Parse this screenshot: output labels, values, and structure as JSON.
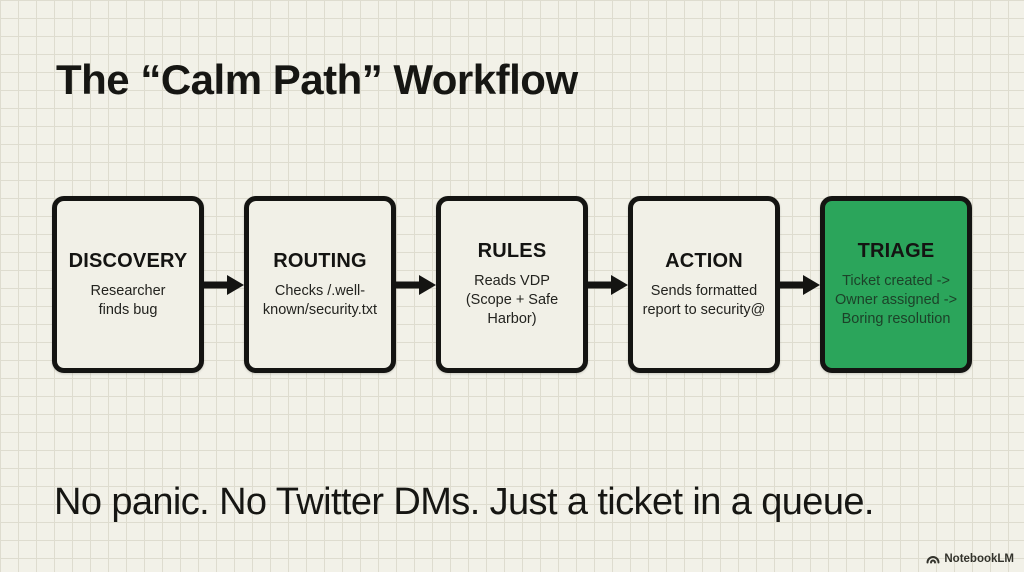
{
  "page": {
    "title": "The “Calm Path” Workflow",
    "tagline": "No panic. No Twitter DMs. Just a ticket in a queue.",
    "watermark": "NotebookLM"
  },
  "colors": {
    "background": "#f2f1e8",
    "grid_line": "#dedccf",
    "box_fill": "#f1f0e7",
    "box_border": "#141412",
    "highlight_green": "#2ba55b",
    "green_text": "#1c4229",
    "ink": "#161613"
  },
  "diagram": {
    "type": "flowchart",
    "direction": "left-to-right",
    "steps": [
      {
        "label": "DISCOVERY",
        "description": "Researcher\nfinds bug",
        "highlighted": false
      },
      {
        "label": "ROUTING",
        "description": "Checks /.well-\nknown/security.txt",
        "highlighted": false
      },
      {
        "label": "RULES",
        "description": "Reads VDP\n(Scope + Safe\nHarbor)",
        "highlighted": false
      },
      {
        "label": "ACTION",
        "description": "Sends formatted\nreport to security@",
        "highlighted": false
      },
      {
        "label": "TRIAGE",
        "description": "Ticket created ->\nOwner assigned ->\nBoring resolution",
        "highlighted": true
      }
    ]
  },
  "icons": {
    "arrow": "right-arrow-icon",
    "watermark_icon": "notebooklm-logo"
  }
}
